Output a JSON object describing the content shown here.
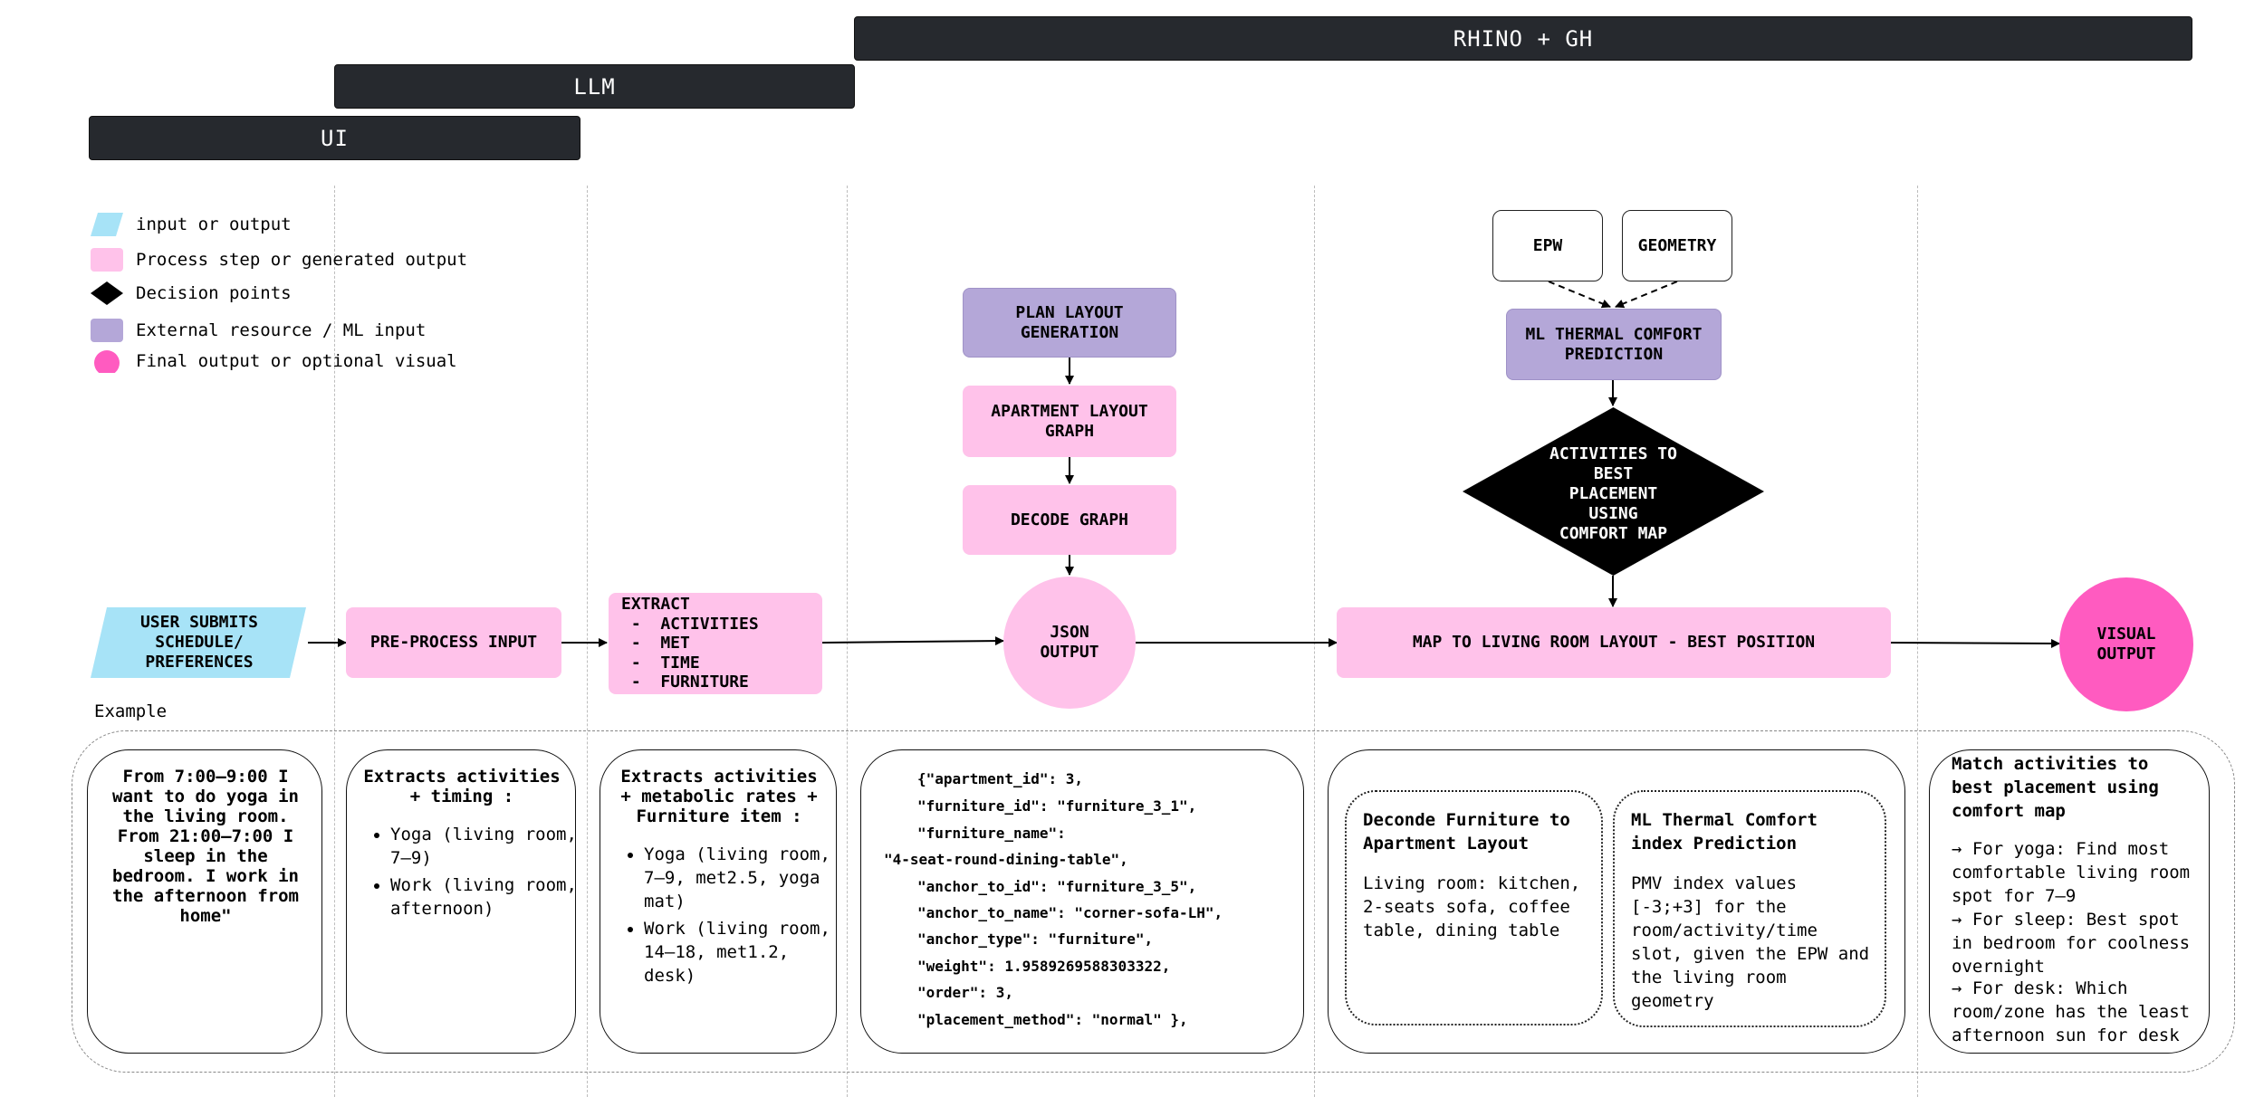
{
  "bars": {
    "rhino": "RHINO + GH",
    "llm": "LLM",
    "ui": "UI"
  },
  "legend": [
    {
      "label": "input or output",
      "color": "#a7e3f7",
      "shape": "parallelogram"
    },
    {
      "label": "Process step or generated output",
      "color": "#ffc2ea",
      "shape": "rounded-rect"
    },
    {
      "label": "Decision points",
      "color": "#000000",
      "shape": "diamond"
    },
    {
      "label": "External resource / ML input",
      "color": "#b4a7d8",
      "shape": "rounded-rect"
    },
    {
      "label": "Final output or optional visual",
      "color": "#ff5bc0",
      "shape": "circle"
    }
  ],
  "nodes": {
    "user_submits": "USER SUBMITS\nSCHEDULE/\nPREFERENCES",
    "preprocess": "PRE-PROCESS INPUT",
    "extract": "EXTRACT\n -  ACTIVITIES\n -  MET\n -  TIME\n -  FURNITURE",
    "plan_layout": "PLAN LAYOUT\nGENERATION",
    "apartment_graph": "APARTMENT LAYOUT\nGRAPH",
    "decode_graph": "DECODE GRAPH",
    "json_output": "JSON\nOUTPUT",
    "epw": "EPW",
    "geometry": "GEOMETRY",
    "ml_thermal": "ML THERMAL COMFORT\nPREDICTION",
    "decision": "ACTIVITIES TO\nBEST\nPLACEMENT\nUSING\nCOMFORT MAP",
    "map_living": "MAP TO LIVING ROOM LAYOUT - BEST POSITION",
    "visual_output": "VISUAL\nOUTPUT"
  },
  "example_label": "Example",
  "examples": {
    "ex1": "From 7:00–9:00 I want to do yoga in the living room. From 21:00–7:00 I sleep in the bedroom. I work in the afternoon from home\"",
    "ex2": {
      "title": "Extracts activities + timing :",
      "items": [
        "Yoga (living room, 7–9)",
        "Work (living room, afternoon)"
      ]
    },
    "ex3": {
      "title": "Extracts activities + metabolic rates + Furniture item :",
      "items": [
        "Yoga (living room, 7–9, met2.5, yoga mat)",
        "Work (living room, 14–18, met1.2, desk)"
      ]
    },
    "ex4_json": [
      "{\"apartment_id\": 3,",
      "\"furniture_id\": \"furniture_3_1\",",
      "\"furniture_name\":",
      "\"4-seat-round-dining-table\",",
      "\"anchor_to_id\": \"furniture_3_5\",",
      "\"anchor_to_name\": \"corner-sofa-LH\",",
      "\"anchor_type\": \"furniture\",",
      "\"weight\": 1.9589269588303322,",
      "\"order\": 3,",
      "\"placement_method\": \"normal\" },"
    ],
    "ex5a": {
      "title": "Deconde Furniture to Apartment Layout",
      "body": "Living room: kitchen, 2-seats sofa, coffee table,  dining table"
    },
    "ex5b": {
      "title": "ML Thermal Comfort index Prediction",
      "body": "PMV index values [-3;+3] for the room/activity/time slot, given the EPW and the living room geometry"
    },
    "ex6": {
      "title": "Match activities to best placement using comfort map",
      "lines": [
        "→ For yoga: Find most comfortable living room spot for 7–9",
        "→ For sleep: Best spot in bedroom for coolness overnight",
        "→ For desk: Which room/zone has the least afternoon sun for desk"
      ]
    }
  }
}
